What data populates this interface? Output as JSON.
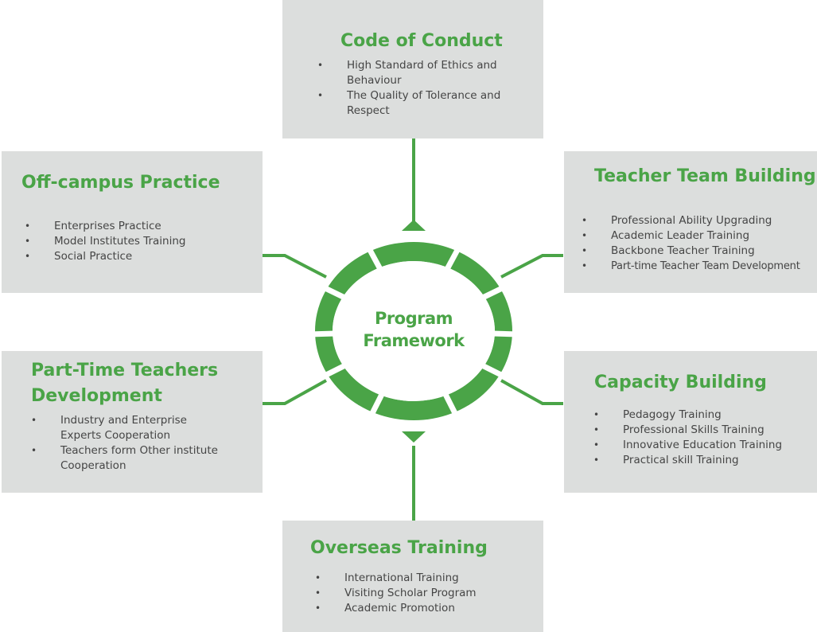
{
  "center": {
    "line1": "Program",
    "line2": "Framework"
  },
  "boxes": {
    "code_of_conduct": {
      "title": "Code of Conduct",
      "items": [
        [
          "High Standard of Ethics and",
          "Behaviour"
        ],
        [
          "The Quality of Tolerance and",
          "Respect"
        ]
      ]
    },
    "off_campus_practice": {
      "title": "Off-campus Practice",
      "items": [
        [
          "Enterprises Practice"
        ],
        [
          "Model Institutes Training"
        ],
        [
          "Social Practice"
        ]
      ]
    },
    "teacher_team_building": {
      "title": "Teacher Team Building",
      "items": [
        [
          "Professional Ability Upgrading"
        ],
        [
          "Academic Leader Training"
        ],
        [
          "Backbone Teacher Training"
        ],
        [
          "Part-time Teacher Team Development"
        ]
      ]
    },
    "part_time_teachers_development": {
      "title_line1": "Part-Time Teachers",
      "title_line2": "Development",
      "items": [
        [
          "Industry and Enterprise",
          "Experts Cooperation"
        ],
        [
          "Teachers form Other institute",
          "Cooperation"
        ]
      ]
    },
    "capacity_building": {
      "title": "Capacity Building",
      "items": [
        [
          "Pedagogy Training"
        ],
        [
          "Professional Skills Training"
        ],
        [
          "Innovative Education Training"
        ],
        [
          "Practical skill Training"
        ]
      ]
    },
    "overseas_training": {
      "title": "Overseas Training",
      "items": [
        [
          "International Training"
        ],
        [
          "Visiting Scholar Program"
        ],
        [
          "Academic Promotion"
        ]
      ]
    }
  },
  "colors": {
    "accent_green": "#4aa447",
    "box_gray": "#dcdedd",
    "body_text": "#454545"
  },
  "bullet_glyph": "•"
}
